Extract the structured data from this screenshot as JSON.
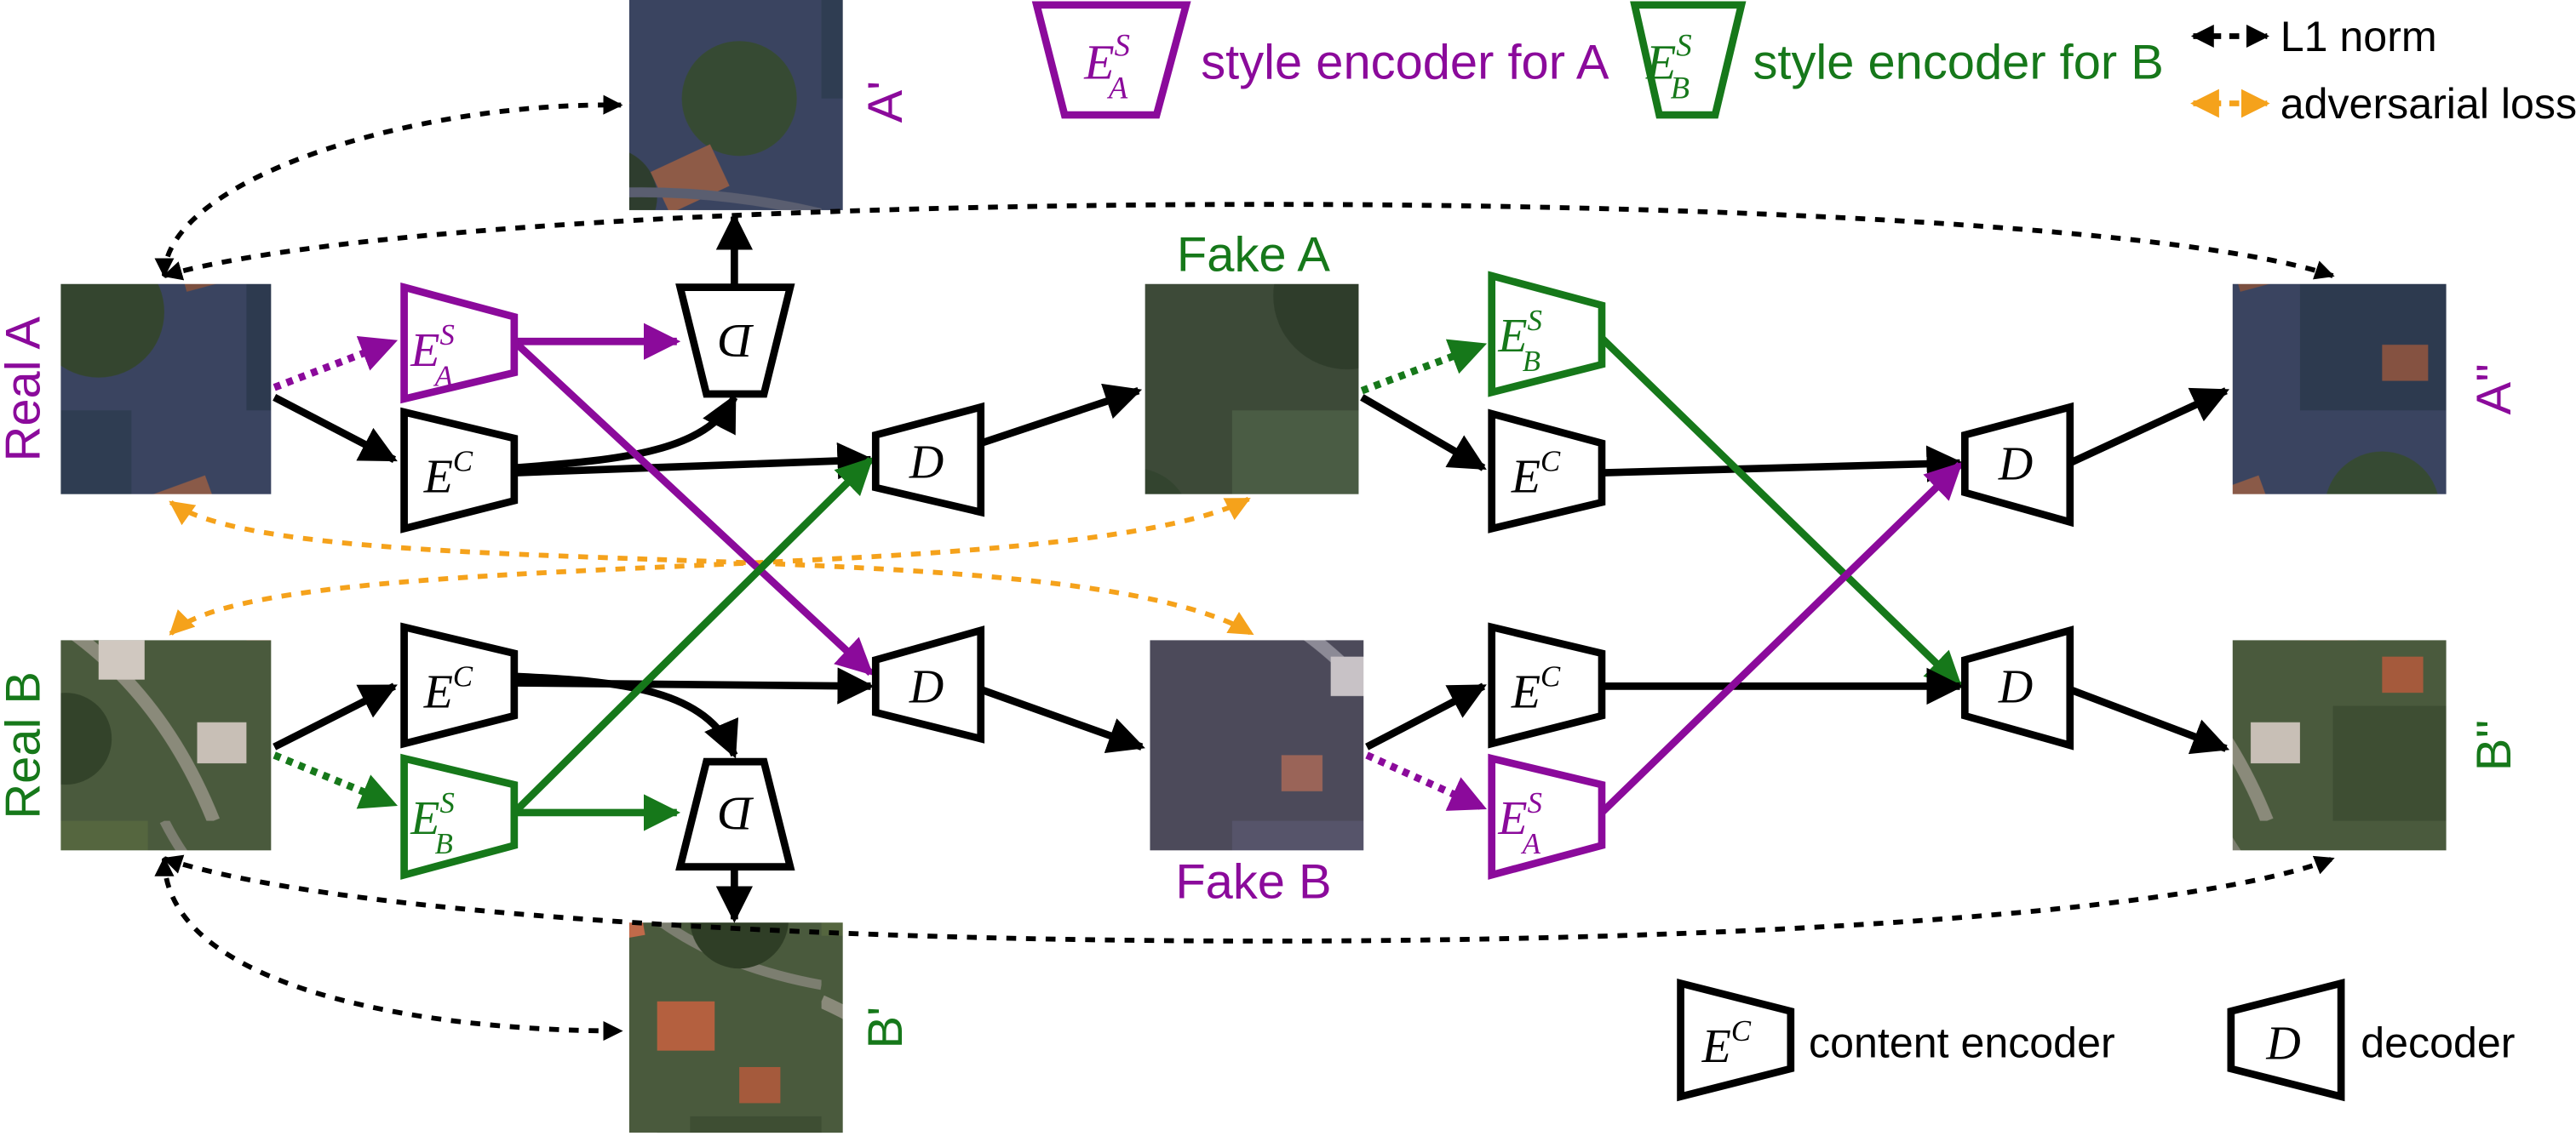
{
  "colors": {
    "black": "#000000",
    "purple": "#8b0a9b",
    "green": "#16781a",
    "orange": "#f5a21b"
  },
  "images": {
    "real_a": {
      "label": "Real A",
      "kind": "aerial-photo-domain-a"
    },
    "real_b": {
      "label": "Real B",
      "kind": "aerial-photo-domain-b"
    },
    "a_prime": {
      "label": "A'",
      "kind": "aerial-photo-domain-a"
    },
    "b_prime": {
      "label": "B'",
      "kind": "aerial-photo-domain-b"
    },
    "fake_a": {
      "label": "Fake A",
      "kind": "aerial-photo-domain-a"
    },
    "fake_b": {
      "label": "Fake B",
      "kind": "aerial-photo-domain-b"
    },
    "a_double": {
      "label": "A''",
      "kind": "aerial-photo-domain-a"
    },
    "b_double": {
      "label": "B''",
      "kind": "aerial-photo-domain-b"
    }
  },
  "blocks": {
    "content_encoder": {
      "main": "E",
      "sup": "C"
    },
    "style_encoder_a": {
      "main": "E",
      "sup": "S",
      "sub": "A"
    },
    "style_encoder_b": {
      "main": "E",
      "sup": "S",
      "sub": "B"
    },
    "decoder": {
      "main": "D"
    }
  },
  "legend": {
    "style_a": "style encoder for A",
    "style_b": "style encoder for B",
    "l1": "L1 norm",
    "adv": "adversarial loss",
    "content": "content encoder",
    "decoder": "decoder"
  }
}
